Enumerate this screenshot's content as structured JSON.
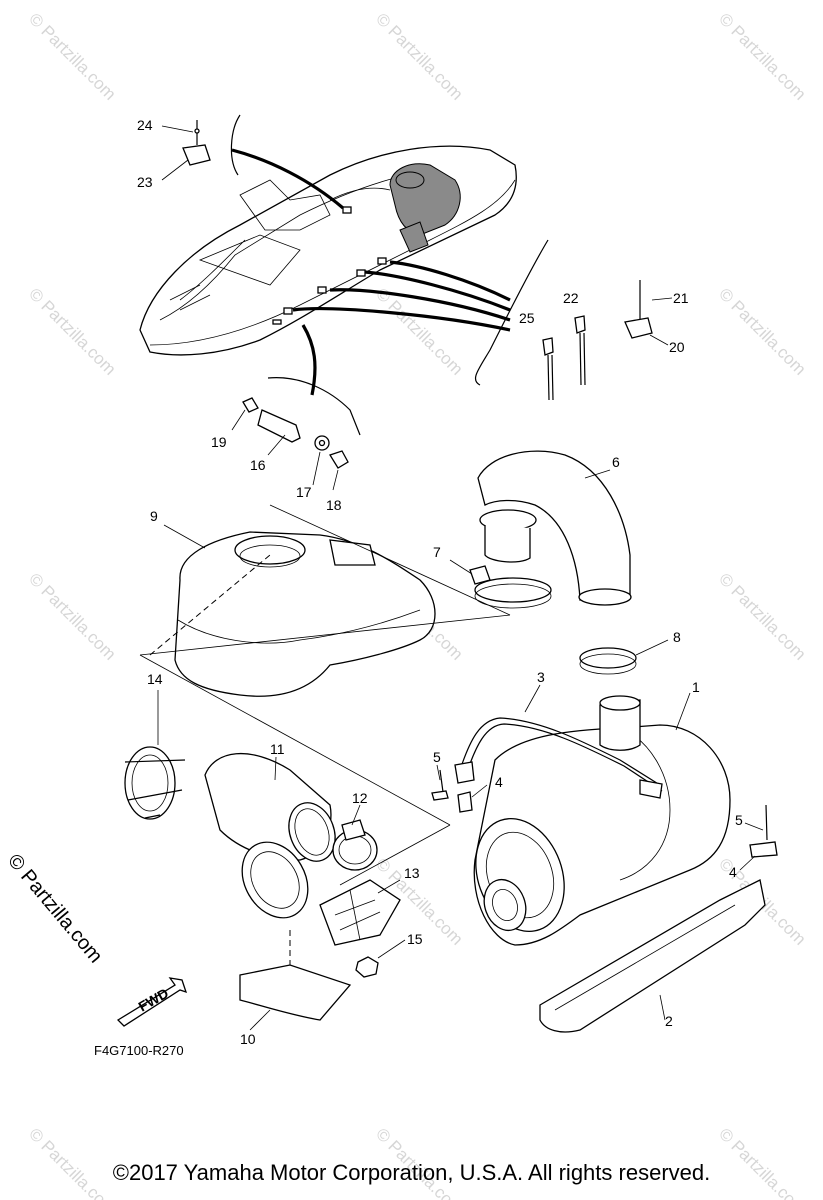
{
  "watermark": "© Partzilla.com",
  "side_watermark": "© Partzilla.com",
  "diagram_code": "F4G7100-R270",
  "fwd_label": "FWD",
  "copyright": "©2017  Yamaha Motor Corporation, U.S.A. All rights reserved.",
  "callouts": {
    "c1": "1",
    "c2": "2",
    "c3": "3",
    "c4a": "4",
    "c4b": "4",
    "c5a": "5",
    "c5b": "5",
    "c6": "6",
    "c7": "7",
    "c8": "8",
    "c9": "9",
    "c10": "10",
    "c11": "11",
    "c12": "12",
    "c13": "13",
    "c14": "14",
    "c15": "15",
    "c16": "16",
    "c17": "17",
    "c18": "18",
    "c19": "19",
    "c20": "20",
    "c21": "21",
    "c22": "22",
    "c23": "23",
    "c24": "24",
    "c25": "25"
  }
}
